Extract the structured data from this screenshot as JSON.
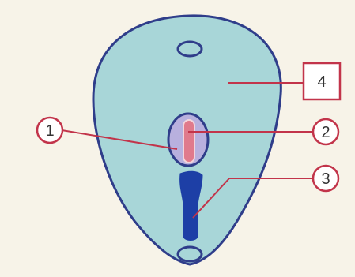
{
  "colors": {
    "background": "#f7f3e8",
    "body_fill": "#a8d6d8",
    "outline": "#2f3d8a",
    "eye_fill": "#b8b0de",
    "red_strip": "#e07a8c",
    "label_ring": "#c2344a",
    "tail_fill": "#1d3fa6"
  },
  "labels": {
    "one": "1",
    "two": "2",
    "three": "3",
    "four": "4"
  }
}
